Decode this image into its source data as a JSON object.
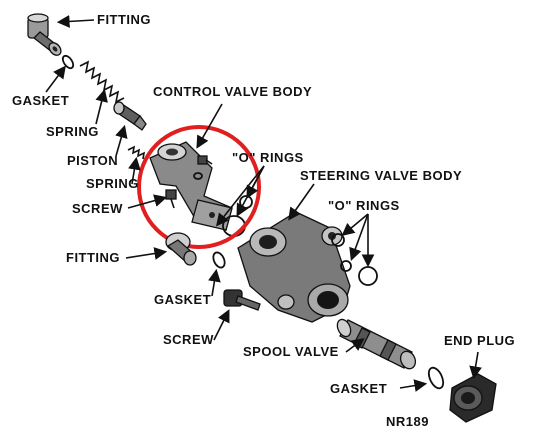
{
  "diagram": {
    "labels": {
      "fitting_top": "FITTING",
      "gasket_top": "GASKET",
      "spring_top": "SPRING",
      "control_valve_body": "CONTROL VALVE BODY",
      "piston": "PISTON",
      "o_rings_1": "\"O\" RINGS",
      "spring_mid": "SPRING",
      "steering_valve_body": "STEERING VALVE BODY",
      "screw_top": "SCREW",
      "o_rings_2": "\"O\" RINGS",
      "fitting_mid": "FITTING",
      "gasket_mid": "GASKET",
      "screw_bottom": "SCREW",
      "spool_valve": "SPOOL VALVE",
      "end_plug": "END PLUG",
      "gasket_bottom": "GASKET",
      "figure_code": "NR189"
    },
    "highlight_color": "#e02020"
  }
}
